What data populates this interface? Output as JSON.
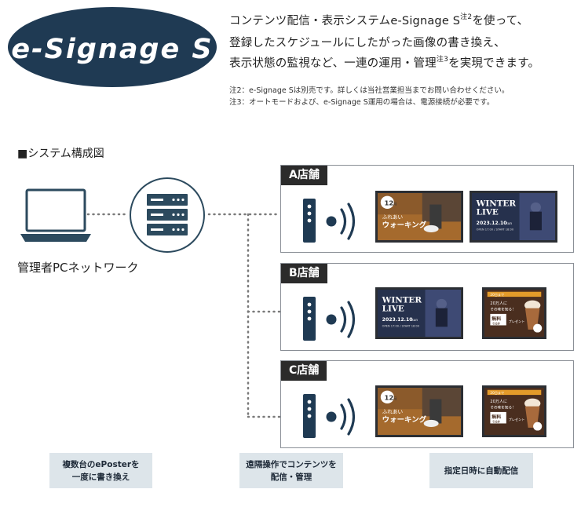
{
  "logo": {
    "text": "e-Signage S",
    "color": "#1f3a53"
  },
  "description": {
    "line1_a": "コンテンツ配信・表示システムe-Signage S",
    "line1_sup": "注2",
    "line1_b": "を使って、",
    "line2": "登録したスケジュールにしたがった画像の書き換え、",
    "line3_a": "表示状態の監視など、一連の運用・管理",
    "line3_sup": "注3",
    "line3_b": "を実現できます。"
  },
  "notes": [
    "注2：e-Signage Sは別売です。詳しくは当社営業担当までお問い合わせください。",
    "注3：オートモードおよび、e-Signage S運用の場合は、電源接続が必要です。"
  ],
  "section_title": "■システム構成図",
  "pc_label": "管理者PCネットワーク",
  "stores": [
    {
      "label": "A店舗",
      "posters": [
        "walking",
        "live"
      ]
    },
    {
      "label": "B店舗",
      "posters": [
        "live",
        "cafe"
      ]
    },
    {
      "label": "C店舗",
      "posters": [
        "walking",
        "cafe"
      ]
    }
  ],
  "poster_texts": {
    "walking": {
      "month": "12",
      "month_unit": "月",
      "line1": "ふれあい",
      "line2": "ウォーキング"
    },
    "live": {
      "line1": "WINTER",
      "line2": "LIVE",
      "date": "2023.12.10",
      "date_unit": "sun",
      "time": "OPEN 17:00 / START 18:00"
    },
    "cafe": {
      "top": "20日まで",
      "line1": "20万人に",
      "line2": "その味を知る！",
      "badge1": "無料",
      "badge2": "引換券",
      "present": "プレゼント"
    }
  },
  "captions": [
    "複数台のePosterを\n一度に書き換え",
    "遠隔操作でコンテンツを\n配信・管理",
    "指定日時に自動配信"
  ],
  "colors": {
    "navy": "#1f3a53",
    "icon": "#2c4a5e",
    "dots": "#7a7a7a",
    "caption_bg": "#dde5ea",
    "label_bg": "#2b2b2b"
  }
}
